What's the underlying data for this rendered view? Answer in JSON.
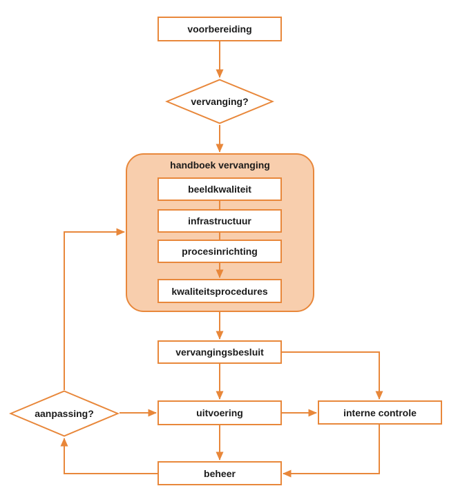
{
  "flowchart": {
    "colors": {
      "accent": "#E8873A",
      "container_fill": "#F8CEAD",
      "node_fill": "#FFFFFF",
      "text": "#1B1B1B"
    },
    "nodes": {
      "voorbereiding": "voorbereiding",
      "vervanging": "vervanging?",
      "handboek_title": "handboek vervanging",
      "beeldkwaliteit": "beeldkwaliteit",
      "infrastructuur": "infrastructuur",
      "procesinrichting": "procesinrichting",
      "kwaliteitsprocedures": "kwaliteitsprocedures",
      "vervangingsbesluit": "vervangingsbesluit",
      "uitvoering": "uitvoering",
      "interne_controle": "interne controle",
      "beheer": "beheer",
      "aanpassing": "aanpassing?"
    },
    "edges": [
      {
        "from": "voorbereiding",
        "to": "vervanging?",
        "arrow": true
      },
      {
        "from": "vervanging?",
        "to": "handboek vervanging",
        "arrow": true
      },
      {
        "from": "beeldkwaliteit",
        "to": "infrastructuur",
        "arrow": false
      },
      {
        "from": "infrastructuur",
        "to": "procesinrichting",
        "arrow": false
      },
      {
        "from": "procesinrichting",
        "to": "kwaliteitsprocedures",
        "arrow": true
      },
      {
        "from": "handboek vervanging",
        "to": "vervangingsbesluit",
        "arrow": true
      },
      {
        "from": "vervangingsbesluit",
        "to": "uitvoering",
        "arrow": true
      },
      {
        "from": "vervangingsbesluit",
        "to": "interne controle",
        "arrow": true
      },
      {
        "from": "uitvoering",
        "to": "interne controle",
        "arrow": true
      },
      {
        "from": "interne controle",
        "to": "beheer",
        "arrow": true
      },
      {
        "from": "uitvoering",
        "to": "beheer",
        "arrow": true
      },
      {
        "from": "beheer",
        "to": "aanpassing?",
        "arrow": true
      },
      {
        "from": "aanpassing?",
        "to": "uitvoering",
        "arrow": true
      },
      {
        "from": "aanpassing?",
        "to": "handboek vervanging",
        "arrow": true
      }
    ]
  }
}
